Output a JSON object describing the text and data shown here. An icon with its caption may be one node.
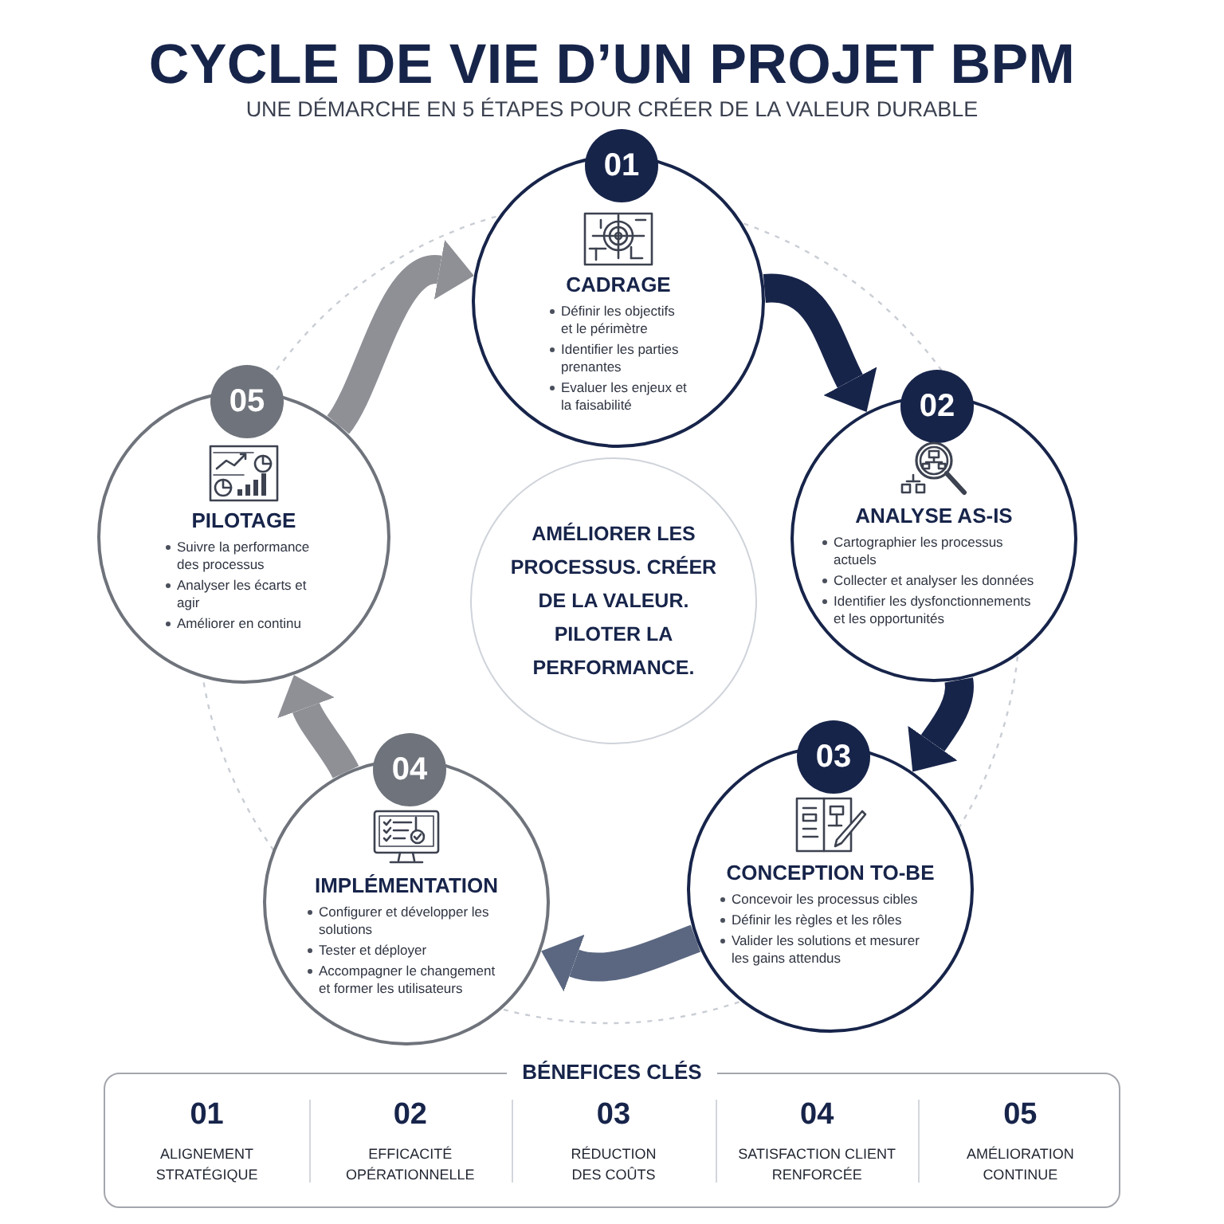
{
  "diagram": {
    "title": "CYCLE DE VIE D’UN PROJET BPM",
    "caption": "UNE DÉMARCHE EN 5 ÉTAPES POUR CRÉER DE LA VALEUR DURABLE",
    "nodes": [
      {
        "text": [
          "01",
          "CADRAGE",
          "Définir les objectifs et le périmètre",
          "Identifier les parties prenantes",
          "Evaluer les enjeux et la faisabilité"
        ]
      },
      {
        "text": [
          "02",
          "ANALYSE AS-IS",
          "Cartographier les processus actuels",
          "Collecter et analyser les données",
          "Identifier les dysfonctionnements et les opportunités"
        ]
      },
      {
        "text": [
          "03",
          "CONCEPTION TO-BE",
          "Concevoir les processus cibles",
          "Définir les règles et les rôles",
          "Valider les solutions et mesurer les gains attendus"
        ]
      },
      {
        "text": [
          "04",
          "IMPLÉMENTATION",
          "Configurer et développer les solutions",
          "Tester et déployer",
          "Accompagner le changement et former les utilisateurs"
        ]
      },
      {
        "text": [
          "05",
          "PILOTAGE",
          "Suivre la performance des processus",
          "Analyser les écarts et agir",
          "Améliorer en continu"
        ]
      },
      {
        "text": [
          "AMÉLIORER LES PROCESSUS. CRÉER DE LA VALEUR. PILOTER LA PERFORMANCE."
        ]
      },
      {
        "text": [
          "BÉNEFICES CLÉS"
        ]
      }
    ],
    "edges": [
      {
        "from": 0,
        "to": 1,
        "arrow": "to"
      },
      {
        "from": 1,
        "to": 2,
        "arrow": "to"
      },
      {
        "from": 2,
        "to": 3,
        "arrow": "to",
        "color": "#5b6781"
      },
      {
        "from": 3,
        "to": 4,
        "arrow": "to",
        "color": "#8e9096"
      },
      {
        "from": 4,
        "to": 0,
        "arrow": "to",
        "color": "#8e9096"
      }
    ],
    "labels": [
      "01",
      "ALIGNEMENT STRATÉGIQUE",
      "02",
      "EFFICACITÉ OPÉRATIONNELLE",
      "03",
      "RÉDUCTION DES COÛTS",
      "04",
      "SATISFACTION CLIENT RENFORCÉE",
      "05",
      "AMÉLIORATION CONTINUE"
    ]
  }
}
